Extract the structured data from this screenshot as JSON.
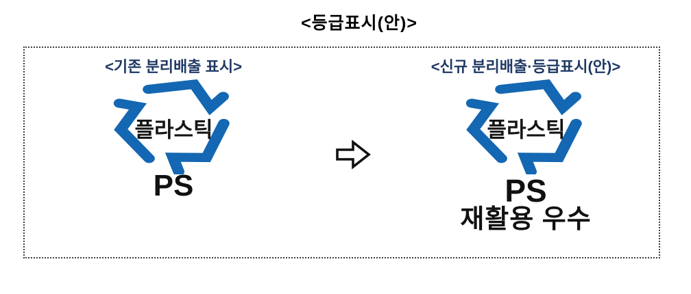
{
  "title": "<등급표시(안)>",
  "panel": {
    "left": {
      "label": "<기존 분리배출 표시>",
      "symbol": {
        "icon": "recycling-arrows-triangle-icon",
        "center_text": "플라스틱"
      },
      "material_code": "PS"
    },
    "arrow": {
      "icon": "rightwards-hollow-arrow-icon"
    },
    "right": {
      "label": "<신규 분리배출·등급표시(안)>",
      "symbol": {
        "icon": "recycling-arrows-triangle-icon",
        "center_text": "플라스틱"
      },
      "material_code": "PS",
      "grade_text": "재활용 우수"
    }
  },
  "colors": {
    "symbol_blue": "#1467b2",
    "label_navy": "#1f3864",
    "text_black": "#111111",
    "border_dotted": "#3a3a3a"
  }
}
